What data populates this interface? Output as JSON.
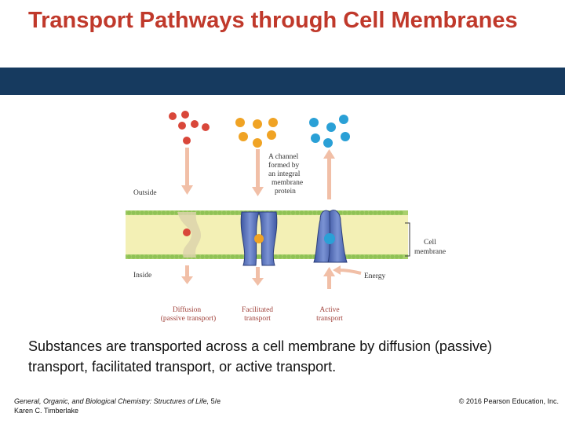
{
  "slide": {
    "title": "Transport Pathways through Cell Membranes",
    "caption": "Substances are transported across a cell membrane by diffusion (passive) transport, facilitated transport, or active transport.",
    "colors": {
      "title": "#c0392b",
      "band": "#163a5f"
    }
  },
  "figure": {
    "labels": {
      "outside": "Outside",
      "inside": "Inside",
      "channel": [
        "A channel",
        "formed by",
        "an integral",
        "membrane",
        "protein"
      ],
      "cell_membrane": [
        "Cell",
        "membrane"
      ],
      "energy": "Energy",
      "diffusion": [
        "Diffusion",
        "(passive transport)"
      ],
      "facilitated": [
        "Facilitated",
        "transport"
      ],
      "active": [
        "Active",
        "transport"
      ]
    },
    "colors": {
      "red": "#d9473a",
      "orange": "#f0a324",
      "blue": "#2aa0d6",
      "protein": "#5470b8",
      "arrow": "#f1bfa7"
    }
  },
  "footer": {
    "book": "General, Organic, and Biological Chemistry: Structures of Life,",
    "edition": " 5/e",
    "author": "Karen C. Timberlake",
    "copyright": "© 2016 Pearson Education, Inc."
  }
}
